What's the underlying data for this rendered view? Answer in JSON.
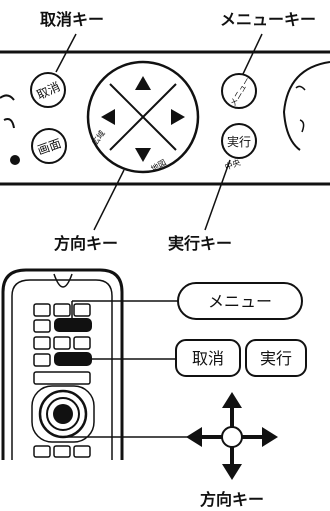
{
  "top_panel": {
    "callouts": {
      "cancel_key": "取消キー",
      "menu_key": "メニューキー",
      "direction_key": "方向キー",
      "enter_key": "実行キー"
    },
    "buttons": {
      "cancel": "取消",
      "menu": "メニュー",
      "screen": "画面",
      "enter": "実行",
      "enter_sub": "中央"
    },
    "dpad_small_labels": {
      "left": "広域",
      "bottom": "地図"
    }
  },
  "bottom_panel": {
    "menu_button": "メニュー",
    "cancel_button": "取消",
    "enter_button": "実行",
    "direction_caption": "方向キー"
  }
}
